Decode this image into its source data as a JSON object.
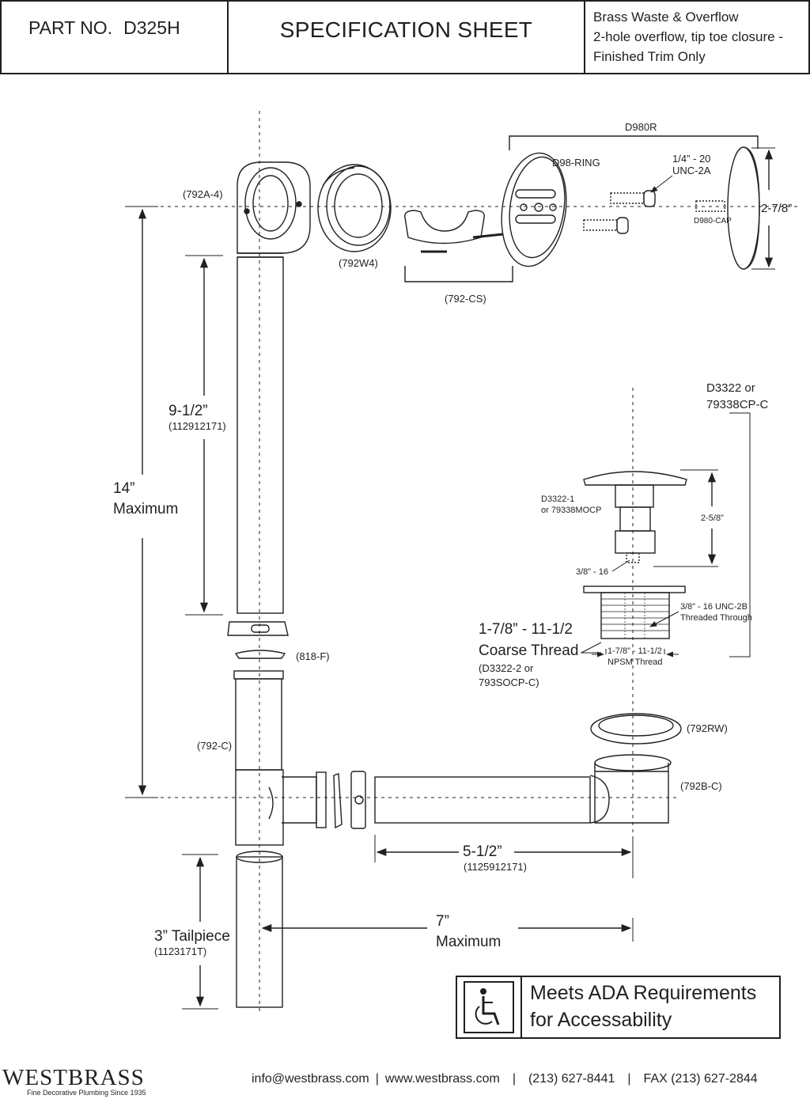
{
  "header": {
    "part_label": "PART NO.",
    "part_number": "D325H",
    "title": "SPECIFICATION SHEET",
    "description": [
      "Brass Waste & Overflow",
      "2-hole overflow, tip toe closure -",
      "Finished Trim Only"
    ]
  },
  "labels": {
    "d980r": "D980R",
    "d98_ring": "D98-RING",
    "screw_1": "1/4” - 20",
    "screw_2": "UNC-2A",
    "d980_cap": "D980-CAP",
    "dim_278": "2-7/8”",
    "p792a4": "(792A-4)",
    "p792w4": "(792W4)",
    "p792cs": "(792-CS)",
    "dim_912": "9-1/2”",
    "dim_912_pn": "(112912171)",
    "dim_14": "14”",
    "dim_14_sub": "Maximum",
    "d3322_1": "D3322 or",
    "d3322_2": "79338CP-C",
    "d33221_1": "D3322-1",
    "d33221_2": "or 79338MOCP",
    "dim_258": "2-5/8”",
    "thread_38": "3/8” - 16",
    "unc2b_1": "3/8” - 16 UNC-2B",
    "unc2b_2": "Threaded Through",
    "coarse_1": "1-7/8” - 11-1/2",
    "coarse_2": "Coarse Thread",
    "coarse_3": "(D3322-2 or",
    "coarse_4": "793SOCP-C)",
    "npsm_1": "1-7/8” - 11-1/2",
    "npsm_2": "NPSM Thread",
    "p818f": "(818-F)",
    "p792c": "(792-C)",
    "p792rw": "(792RW)",
    "p792bc": "(792B-C)",
    "dim_512": "5-1/2”",
    "dim_512_pn": "(1125912171)",
    "tail_1": "3” Tailpiece",
    "tail_2": "(1123171T)",
    "dim_7": "7”",
    "dim_7_sub": "Maximum"
  },
  "ada": {
    "line1": "Meets  ADA Requirements",
    "line2": "for Accessability",
    "icon": "wheelchair-icon"
  },
  "footer": {
    "logo": "WESTBRASS",
    "logo_sub": "Fine Decorative Plumbing Since 1935",
    "email": "info@westbrass.com",
    "web": "www.westbrass.com",
    "phone": "(213) 627-8441",
    "fax": "FAX (213) 627-2844"
  }
}
